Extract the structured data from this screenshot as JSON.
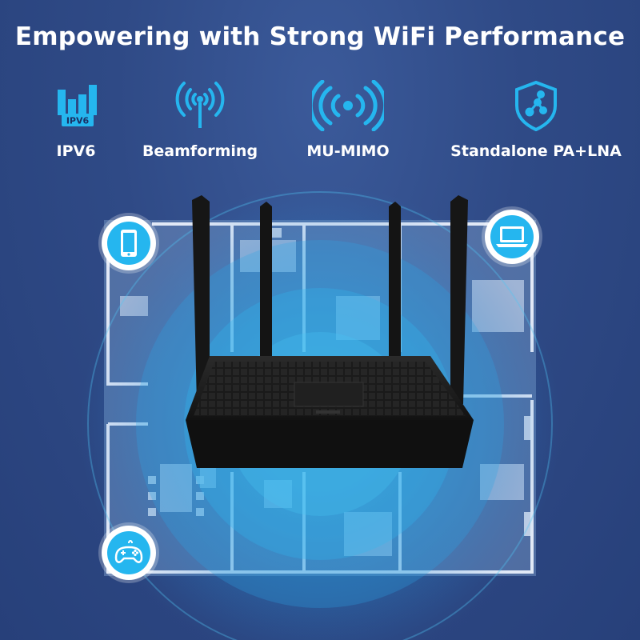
{
  "headline": "Empowering with Strong WiFi Performance",
  "features": [
    {
      "label": "IPV6",
      "icon": "ipv6-signal-icon",
      "icon_text": "IPV6"
    },
    {
      "label": "Beamforming",
      "icon": "beamforming-antenna-icon"
    },
    {
      "label": "MU-MIMO",
      "icon": "mu-mimo-waves-icon"
    },
    {
      "label": "Standalone PA+LNA",
      "icon": "shield-network-icon"
    }
  ],
  "devices": [
    {
      "icon": "smartphone-icon"
    },
    {
      "icon": "laptop-icon"
    },
    {
      "icon": "gamepad-icon"
    }
  ],
  "colors": {
    "background": "#2f4a86",
    "accent": "#25b6ef",
    "headline": "#ffffff",
    "router": "#151515"
  }
}
